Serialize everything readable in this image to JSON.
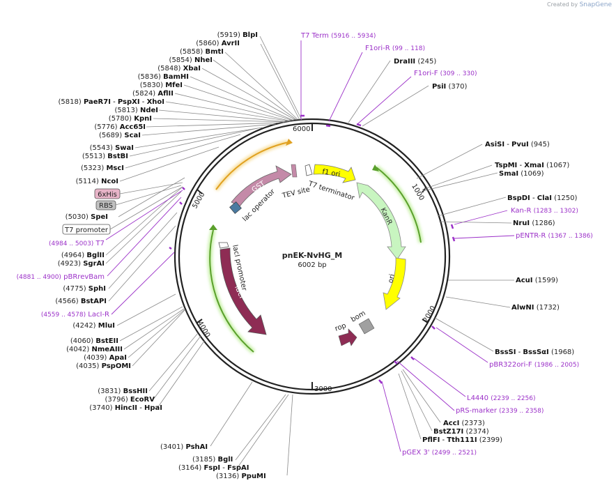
{
  "credit": {
    "prefix": "Created by",
    "brand": "SnapGene"
  },
  "map": {
    "name": "pnEK-NvHG_M",
    "size": "6002 bp"
  },
  "ticks": [
    "1000",
    "2000",
    "3000",
    "4000",
    "5000",
    "6000"
  ],
  "features": {
    "gst": "GST",
    "lac_operator": "lac operator",
    "tev_site": "TEV site",
    "f1_ori": "f1 ori",
    "t7_terminator": "T7 terminator",
    "kanr": "KanR",
    "ori": "ori",
    "laci_promoter": "lacI promoter",
    "laci": "lacI",
    "rop": "rop",
    "bom": "bom"
  },
  "boxes": {
    "his": "6xHis",
    "rbs": "RBS",
    "t7p": "T7 promoter"
  },
  "left_sites": [
    {
      "pos": "(5919)",
      "name": "BlpI"
    },
    {
      "pos": "(5860)",
      "name": "AvrII"
    },
    {
      "pos": "(5858)",
      "name": "BmtI"
    },
    {
      "pos": "(5854)",
      "name": "NheI"
    },
    {
      "pos": "(5848)",
      "name": "XbaI"
    },
    {
      "pos": "(5836)",
      "name": "BamHI"
    },
    {
      "pos": "(5830)",
      "name": "MfeI"
    },
    {
      "pos": "(5824)",
      "name": "AflII"
    },
    {
      "pos": "(5818)",
      "name": "PaeR7I",
      "name2": "PspXI",
      "name3": "XhoI"
    },
    {
      "pos": "(5813)",
      "name": "NdeI"
    },
    {
      "pos": "(5780)",
      "name": "KpnI"
    },
    {
      "pos": "(5776)",
      "name": "Acc65I"
    },
    {
      "pos": "(5689)",
      "name": "ScaI"
    },
    {
      "pos": "(5543)",
      "name": "SwaI"
    },
    {
      "pos": "(5513)",
      "name": "BstBI"
    },
    {
      "pos": "(5323)",
      "name": "MscI"
    },
    {
      "pos": "(5114)",
      "name": "NcoI"
    },
    {
      "pos": "(5030)",
      "name": "SpeI"
    },
    {
      "pos": "(4964)",
      "name": "BglII"
    },
    {
      "pos": "(4923)",
      "name": "SgrAI"
    },
    {
      "pos": "(4775)",
      "name": "SphI"
    },
    {
      "pos": "(4566)",
      "name": "BstAPI"
    },
    {
      "pos": "(4242)",
      "name": "MluI"
    },
    {
      "pos": "(4060)",
      "name": "BstEII"
    },
    {
      "pos": "(4042)",
      "name": "NmeAIII"
    },
    {
      "pos": "(4039)",
      "name": "ApaI"
    },
    {
      "pos": "(4035)",
      "name": "PspOMI"
    },
    {
      "pos": "(3831)",
      "name": "BssHII"
    },
    {
      "pos": "(3796)",
      "name": "EcoRV"
    },
    {
      "pos": "(3740)",
      "name": "HincII",
      "name2": "HpaI"
    }
  ],
  "left_primers": [
    {
      "range": "(4984 .. 5003)",
      "name": "T7"
    },
    {
      "range": "(4881 .. 4900)",
      "name": "pBRrevBam"
    },
    {
      "range": "(4559 .. 4578)",
      "name": "LacI-R"
    }
  ],
  "top_primers": [
    {
      "name": "T7 Term",
      "range": "(5916 .. 5934)"
    },
    {
      "name": "F1ori-R",
      "range": "(99 .. 118)"
    },
    {
      "name": "F1ori-F",
      "range": "(309 .. 330)"
    }
  ],
  "top_sites": [
    {
      "name": "DraIII",
      "pos": "(245)"
    },
    {
      "name": "PsiI",
      "pos": "(370)"
    }
  ],
  "right_sites": [
    {
      "name": "AsiSI",
      "name2": "PvuI",
      "pos": "(945)"
    },
    {
      "name": "TspMI",
      "name2": "XmaI",
      "pos": "(1067)"
    },
    {
      "name": "SmaI",
      "pos": "(1069)"
    },
    {
      "name": "BspDI",
      "name2": "ClaI",
      "pos": "(1250)"
    },
    {
      "name": "NruI",
      "pos": "(1286)"
    },
    {
      "name": "AcuI",
      "pos": "(1599)"
    },
    {
      "name": "AlwNI",
      "pos": "(1732)"
    },
    {
      "name": "BssSI",
      "name2": "BssSαI",
      "pos": "(1968)"
    },
    {
      "name": "AccI",
      "pos": "(2373)"
    },
    {
      "name": "BstZ17I",
      "pos": "(2374)"
    },
    {
      "name": "PflFI",
      "name2": "Tth111I",
      "pos": "(2399)"
    }
  ],
  "right_primers": [
    {
      "name": "Kan-R",
      "range": "(1283 .. 1302)"
    },
    {
      "name": "pENTR-R",
      "range": "(1367 .. 1386)"
    },
    {
      "name": "pBR322ori-F",
      "range": "(1986 .. 2005)"
    },
    {
      "name": "L4440",
      "range": "(2239 .. 2256)"
    },
    {
      "name": "pRS-marker",
      "range": "(2339 .. 2358)"
    },
    {
      "name": "pGEX 3'",
      "range": "(2499 .. 2521)"
    }
  ],
  "bottom_sites": [
    {
      "pos": "(3401)",
      "name": "PshAI"
    },
    {
      "pos": "(3185)",
      "name": "BglI"
    },
    {
      "pos": "(3164)",
      "name": "FspI",
      "name2": "FspAI"
    },
    {
      "pos": "(3136)",
      "name": "PpuMI"
    }
  ],
  "colors": {
    "gst": "#c48aa8",
    "laci": "#8e2c54",
    "f1": "#ffff00",
    "ori": "#ffff00",
    "kanr": "#c8f5c0",
    "primer": "#9b30c8",
    "green_arc": "#5aa02c",
    "orange_arc": "#e0a020",
    "bom": "#a0a0a0",
    "his_box": "#e8b4c8",
    "rbs_box": "#c0c0c0"
  }
}
